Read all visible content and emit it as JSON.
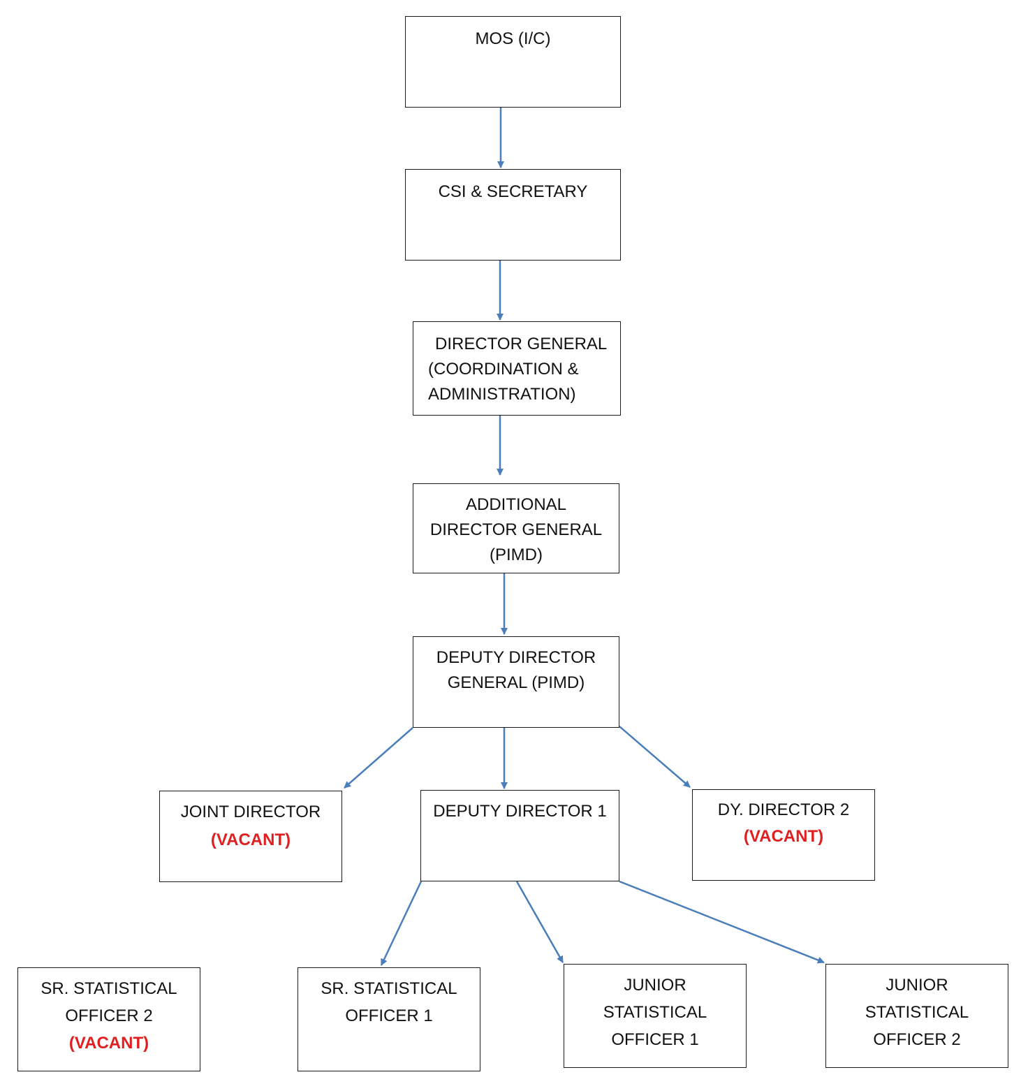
{
  "colors": {
    "connector": "#4a7ebb",
    "vacant": "#e02020",
    "border": "#1a1a1a"
  },
  "nodes": {
    "mos": {
      "title": [
        "MOS (I/C)"
      ]
    },
    "csi": {
      "title": [
        "CSI & SECRETARY"
      ]
    },
    "dg": {
      "title": [
        "DIRECTOR GENERAL",
        "(COORDINATION &",
        "ADMINISTRATION)"
      ]
    },
    "adg": {
      "title": [
        "ADDITIONAL",
        "DIRECTOR GENERAL",
        "(PIMD)"
      ]
    },
    "ddg": {
      "title": [
        "DEPUTY DIRECTOR",
        "GENERAL (PIMD)"
      ]
    },
    "jd": {
      "title": [
        "JOINT DIRECTOR"
      ],
      "status": "(VACANT)"
    },
    "dd1": {
      "title": [
        "DEPUTY DIRECTOR 1"
      ]
    },
    "dd2": {
      "title": [
        "DY. DIRECTOR 2"
      ],
      "status": "(VACANT)"
    },
    "sso2": {
      "title": [
        "SR. STATISTICAL",
        "OFFICER 2"
      ],
      "status": "(VACANT)"
    },
    "sso1": {
      "title": [
        "SR. STATISTICAL",
        "OFFICER 1"
      ]
    },
    "jso1": {
      "title": [
        "JUNIOR",
        "STATISTICAL",
        "OFFICER 1"
      ]
    },
    "jso2": {
      "title": [
        "JUNIOR",
        "STATISTICAL",
        "OFFICER 2"
      ]
    }
  }
}
